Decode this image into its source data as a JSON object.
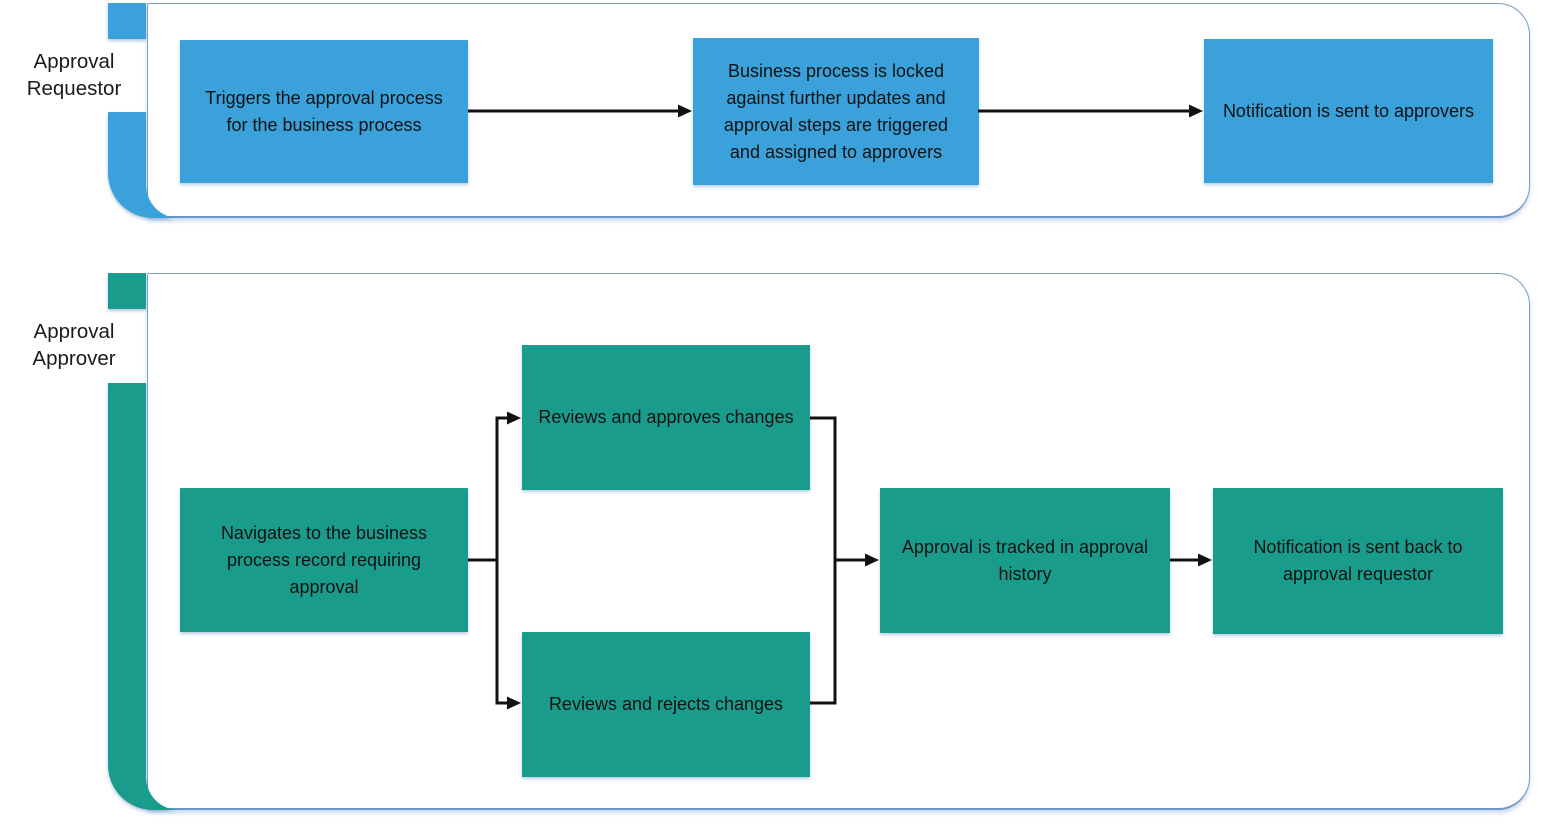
{
  "lanes": [
    {
      "label_line1": "Approval",
      "label_line2": "Requestor",
      "color": "#3AA1DB",
      "boxes": [
        {
          "text": "Triggers the approval process for the business process"
        },
        {
          "text": "Business process is locked against further updates and approval steps are triggered and assigned to approvers"
        },
        {
          "text": "Notification is sent to approvers"
        }
      ]
    },
    {
      "label_line1": "Approval",
      "label_line2": "Approver",
      "color": "#1A9C8C",
      "boxes": [
        {
          "text": "Navigates to the business process record requiring approval"
        },
        {
          "text": "Reviews and approves changes"
        },
        {
          "text": "Reviews and rejects changes"
        },
        {
          "text": "Approval is tracked in approval history"
        },
        {
          "text": "Notification is sent back to approval requestor"
        }
      ]
    }
  ],
  "colors": {
    "requestor_blue": "#3AA1DB",
    "approver_teal": "#1A9C8C",
    "lane_border": "#7D9EC6",
    "arrow": "#111111"
  }
}
